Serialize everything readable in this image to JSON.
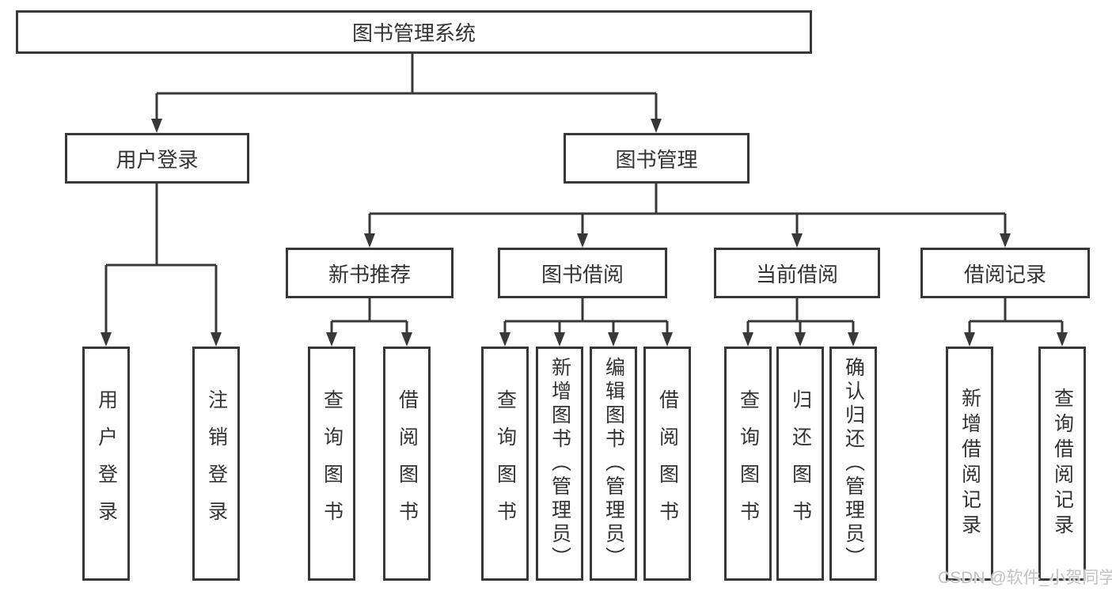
{
  "diagram": {
    "root": {
      "label": "图书管理系统"
    },
    "branches": [
      {
        "label": "用户登录",
        "children": [
          {
            "label": "用户登录"
          },
          {
            "label": "注销登录"
          }
        ]
      },
      {
        "label": "图书管理",
        "children": [
          {
            "label": "新书推荐",
            "children": [
              {
                "label": "查询图书"
              },
              {
                "label": "借阅图书"
              }
            ]
          },
          {
            "label": "图书借阅",
            "children": [
              {
                "label": "查询图书"
              },
              {
                "label": "新增图书（管理员）"
              },
              {
                "label": "编辑图书（管理员）"
              },
              {
                "label": "借阅图书"
              }
            ]
          },
          {
            "label": "当前借阅",
            "children": [
              {
                "label": "查询图书"
              },
              {
                "label": "归还图书"
              },
              {
                "label": "确认归还（管理员）"
              }
            ]
          },
          {
            "label": "借阅记录",
            "children": [
              {
                "label": "新增借阅记录"
              },
              {
                "label": "查询借阅记录"
              }
            ]
          }
        ]
      }
    ],
    "watermark": "CSDN @软件_小贺同学",
    "colors": {
      "line": "#383838",
      "text": "#333333",
      "watermark": "#c2c2c2",
      "background": "#ffffff"
    }
  }
}
